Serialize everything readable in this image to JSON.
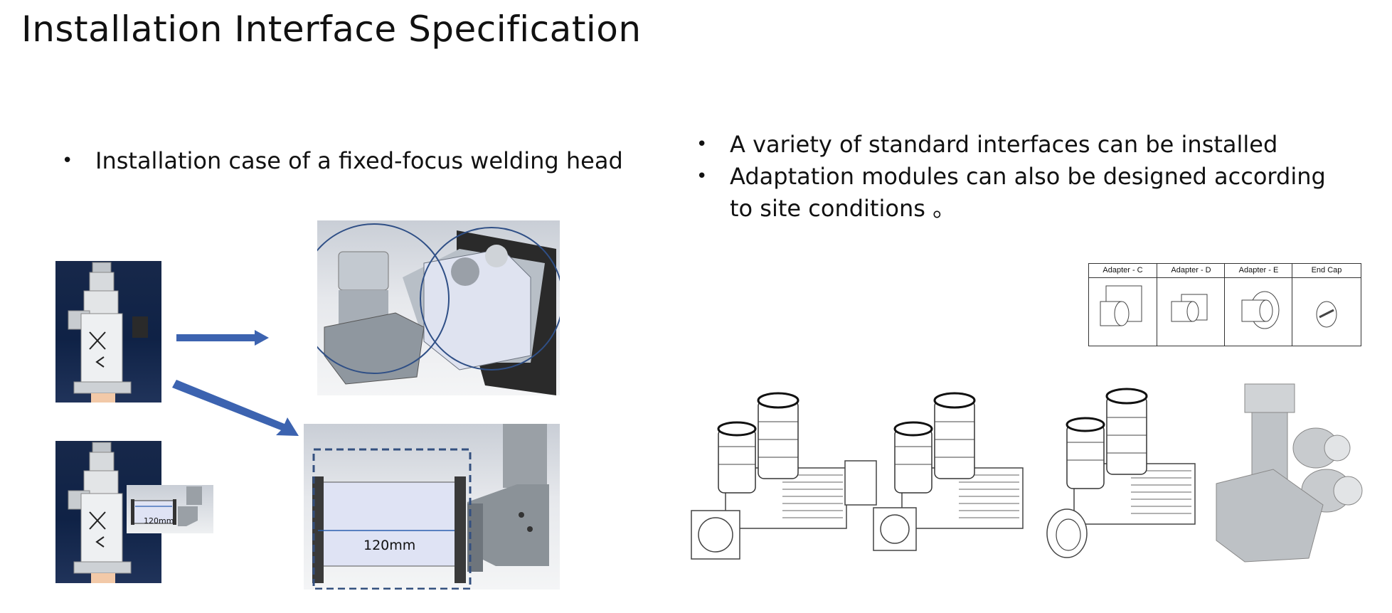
{
  "slide": {
    "title": "Installation Interface Specification",
    "left_bullet": "Installation case of a fixed-focus welding head",
    "right_bullets": [
      "A variety of standard interfaces can be installed",
      "Adaptation modules can also be designed according",
      "to site conditions 。"
    ],
    "bullet_symbol": "•",
    "dimension_large": "120mm",
    "dimension_small": "120mm",
    "adapter_table": {
      "headers": [
        "Adapter - C",
        "Adapter - D",
        "Adapter - E",
        "End Cap"
      ]
    },
    "colors": {
      "arrow": "#3c63b0",
      "circle": "#2f4f86",
      "dashed_box": "#34507f"
    }
  }
}
